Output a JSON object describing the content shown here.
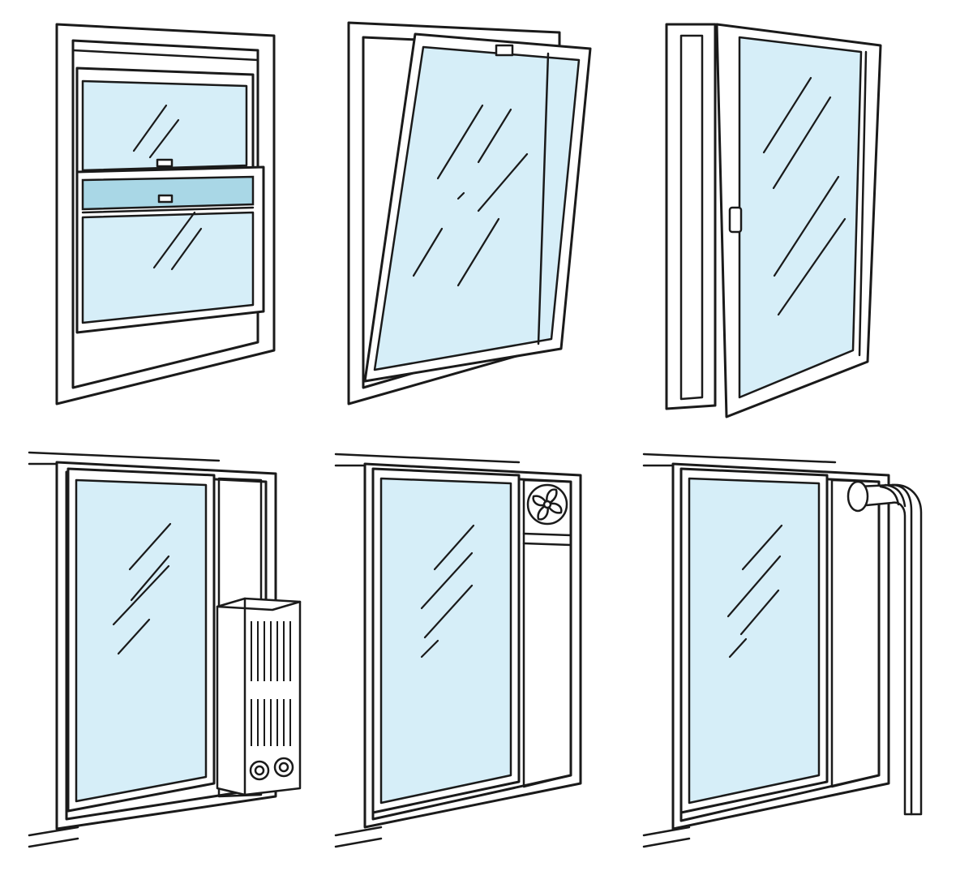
{
  "colors": {
    "glass": "#d6eef8",
    "glass_dark": "#a9d7e6",
    "outline": "#1a1a1a",
    "background": "#ffffff"
  },
  "illustrations": [
    {
      "id": "double-hung-window"
    },
    {
      "id": "tilt-window"
    },
    {
      "id": "casement-window"
    },
    {
      "id": "sliding-window-with-ac-unit"
    },
    {
      "id": "sliding-window-with-exhaust-fan"
    },
    {
      "id": "sliding-window-with-exhaust-hose"
    }
  ]
}
